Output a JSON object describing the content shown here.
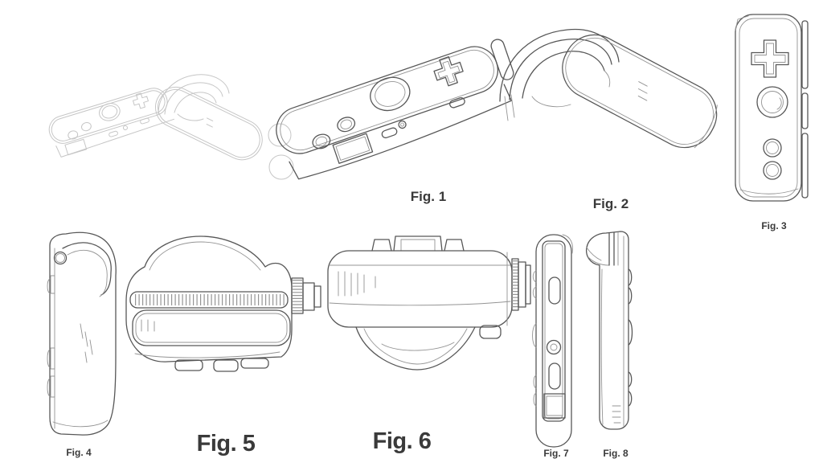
{
  "page": {
    "background_color": "#ffffff",
    "line_color": "#575757",
    "secondary_line_color": "#949494",
    "ghost_line_color": "#c6c6c6",
    "label_color": "#3a3a3a"
  },
  "figures": {
    "fig1": {
      "label": "Fig. 1"
    },
    "fig2": {
      "label": "Fig. 2"
    },
    "fig3": {
      "label": "Fig. 3"
    },
    "fig4": {
      "label": "Fig. 4"
    },
    "fig5": {
      "label": "Fig. 5"
    },
    "fig6": {
      "label": "Fig. 6"
    },
    "fig7": {
      "label": "Fig. 7"
    },
    "fig8": {
      "label": "Fig. 8"
    }
  }
}
